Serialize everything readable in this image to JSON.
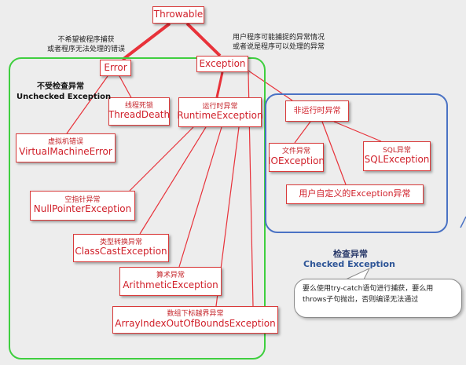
{
  "nodes": {
    "throwable": {
      "en": "Throwable"
    },
    "error": {
      "en": "Error"
    },
    "exception": {
      "en": "Exception"
    },
    "thread_death": {
      "zh": "线程死锁",
      "en": "ThreadDeath"
    },
    "runtime": {
      "zh": "运行时异常",
      "en": "RuntimeException"
    },
    "vm_error": {
      "zh": "虚拟机错误",
      "en": "VirtualMachineError"
    },
    "null_pointer": {
      "zh": "空指针异常",
      "en": "NullPointerException"
    },
    "class_cast": {
      "zh": "类型转换异常",
      "en": "ClassCastException"
    },
    "arithmetic": {
      "zh": "算术异常",
      "en": "ArithmeticException"
    },
    "array_index": {
      "zh": "数组下标越界异常",
      "en": "ArrayIndexOutOfBoundsException"
    },
    "non_runtime": {
      "zh": "非运行时异常"
    },
    "io": {
      "zh": "文件异常",
      "en": "IOException"
    },
    "sql": {
      "zh": "SQL异常",
      "en": "SQLException"
    },
    "user_defined": {
      "zh": "用户自定义的Exception异常"
    }
  },
  "notes": {
    "error_note": [
      "不希望被程序捕获",
      "或者程序无法处理的错误"
    ],
    "exception_note": [
      "用户程序可能捕捉的异常情况",
      "或者说是程序可以处理的异常"
    ],
    "unchecked_zh": "不受检查异常",
    "unchecked_en": "Unchecked Exception",
    "checked_zh": "检查异常",
    "checked_en": "Checked Exception",
    "bubble": [
      "要么使用try-catch语句进行捕获，要么用",
      "throws子句抛出，否则编译无法通过"
    ]
  },
  "colors": {
    "line": "#e8323a",
    "box_border": "#d93a3a",
    "unchecked_region": "#3fcf3f",
    "checked_region": "#4a72c4",
    "background": "#ededed"
  }
}
